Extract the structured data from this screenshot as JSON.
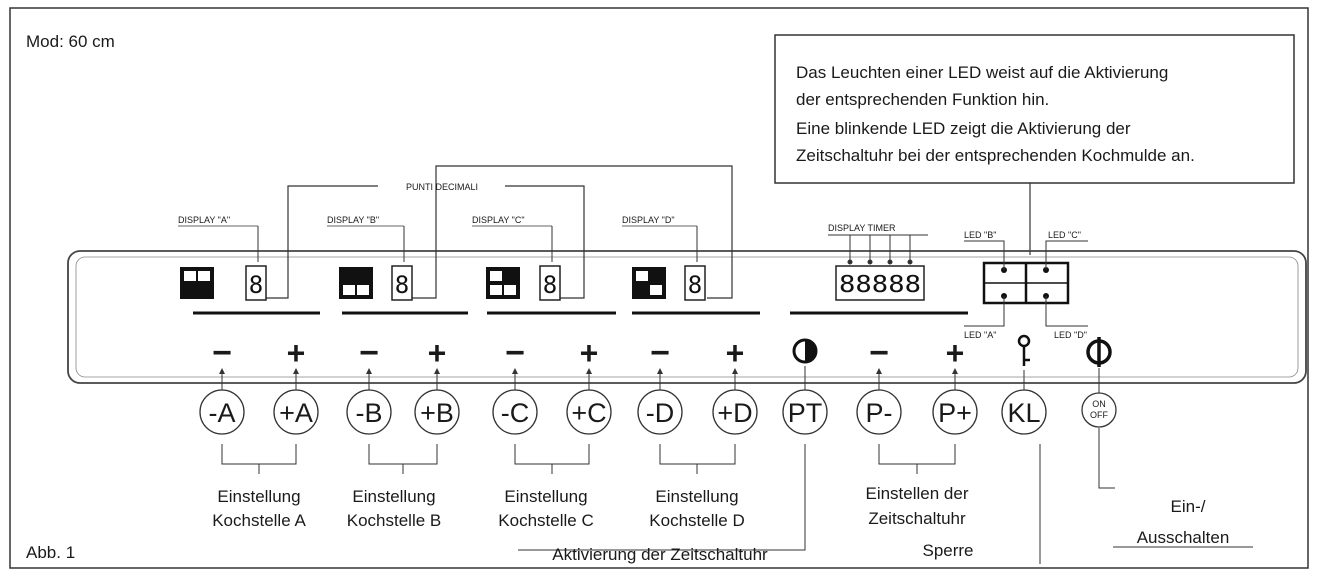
{
  "header": {
    "model": "Mod: 60 cm",
    "figure": "Abb. 1"
  },
  "info_box": {
    "lines": [
      "Das Leuchten einer LED weist auf die Aktivierung",
      "der entsprechenden Funktion hin.",
      "Eine blinkende LED zeigt die Aktivierung der",
      "Zeitschaltuhr bei der entsprechenden Kochmulde an."
    ]
  },
  "top_labels": {
    "decimal_points": "PUNTI DECIMALI",
    "display_a": "DISPLAY \"A\"",
    "display_b": "DISPLAY \"B\"",
    "display_c": "DISPLAY \"C\"",
    "display_d": "DISPLAY \"D\"",
    "display_timer": "DISPLAY TIMER"
  },
  "leds": {
    "a": "LED \"A\"",
    "b": "LED \"B\"",
    "c": "LED \"C\"",
    "d": "LED \"D\""
  },
  "digits": {
    "zone": "8",
    "timer": "88888"
  },
  "signs": {
    "minus": "−",
    "plus": "+"
  },
  "buttons": {
    "minus_a": "-A",
    "plus_a": "+A",
    "minus_b": "-B",
    "plus_b": "+B",
    "minus_c": "-C",
    "plus_c": "+C",
    "minus_d": "-D",
    "plus_d": "+D",
    "pt": "PT",
    "p_minus": "P-",
    "p_plus": "P+",
    "kl": "KL",
    "on": "ON",
    "off": "OFF"
  },
  "captions": {
    "zone_a_1": "Einstellung",
    "zone_a_2": "Kochstelle A",
    "zone_b_1": "Einstellung",
    "zone_b_2": "Kochstelle B",
    "zone_c_1": "Einstellung",
    "zone_c_2": "Kochstelle C",
    "zone_d_1": "Einstellung",
    "zone_d_2": "Kochstelle D",
    "timer_set_1": "Einstellen der",
    "timer_set_2": "Zeitschaltuhr",
    "timer_activate": "Aktivierung der Zeitschaltuhr",
    "lock": "Sperre",
    "power_1": "Ein-/",
    "power_2": "Ausschalten"
  }
}
